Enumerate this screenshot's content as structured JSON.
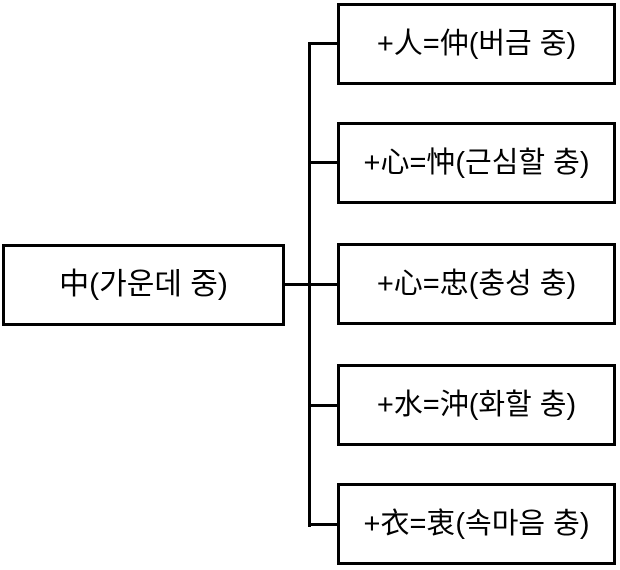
{
  "diagram": {
    "title": "hanja-derivation-of-中",
    "background_color": "#ffffff",
    "line_color": "#000000",
    "text_color": "#000000",
    "root": {
      "label": "中(가운데 중)"
    },
    "derived": [
      {
        "label": "+人=仲(버금 중)"
      },
      {
        "label": "+心=忡(근심할 충)"
      },
      {
        "label": "+心=忠(충성 충)"
      },
      {
        "label": "+水=沖(화할 충)"
      },
      {
        "label": "+衣=衷(속마음 충)"
      }
    ]
  }
}
